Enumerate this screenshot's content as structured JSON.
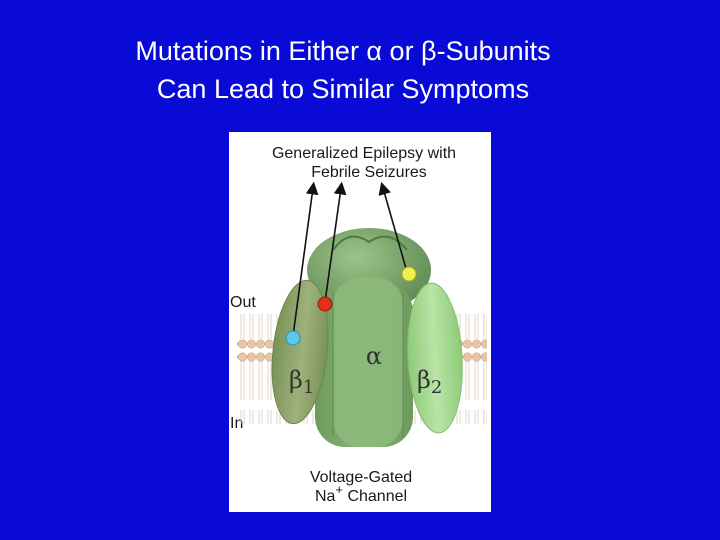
{
  "slide": {
    "title_line1": "Mutations in Either α or β-Subunits",
    "title_line2": "Can Lead to Similar Symptoms"
  },
  "figure": {
    "label_top_line1": "Generalized Epilepsy with",
    "label_top_line2": "Febrile Seizures",
    "label_out": "Out",
    "label_in": "In",
    "subunit_alpha": "α",
    "subunit_beta1_base": "β",
    "subunit_beta1_sub": "1",
    "subunit_beta2_base": "β",
    "subunit_beta2_sub": "2",
    "caption_line1": "Voltage-Gated",
    "caption_line2_base": "Na",
    "caption_line2_sup": "+",
    "caption_line2_rest": " Channel"
  },
  "colors": {
    "background": "#0a0ad6",
    "title_text": "#ffffff",
    "beta1_subunit": "#8fa86a",
    "alpha_subunit": "#7fa86c",
    "beta2_subunit": "#a6d892",
    "membrane": "#e6c6a6",
    "mutation_cyan": "#5ec8e8",
    "mutation_red": "#e0301a",
    "mutation_yellow": "#f0ee50"
  }
}
